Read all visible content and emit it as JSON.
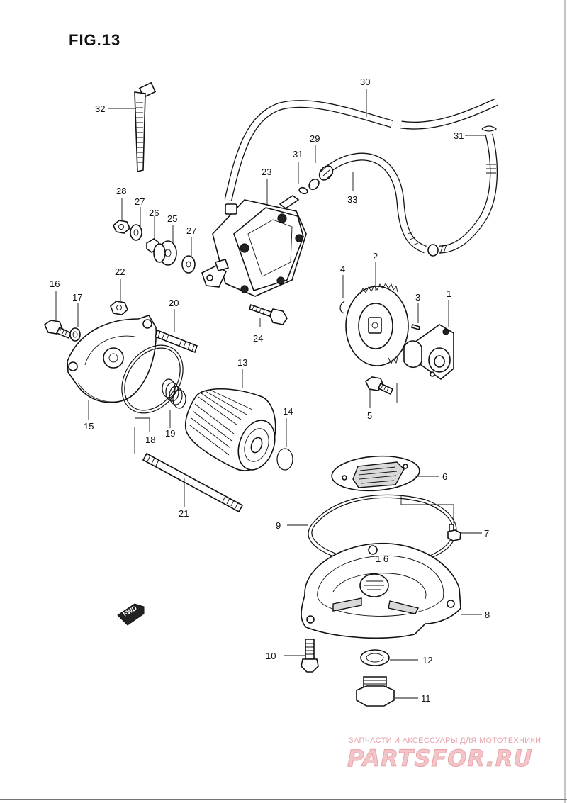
{
  "figure": {
    "title": "FIG.13"
  },
  "fwd_label": "FWD",
  "watermark": {
    "tagline": "ЗАПЧАСТИ И АКСЕССУАРЫ ДЛЯ МОТОТЕХНИКИ",
    "logo": "PARTSFOR.RU"
  },
  "callouts": [
    {
      "id": "c1",
      "text": "1"
    },
    {
      "id": "c2",
      "text": "2"
    },
    {
      "id": "c3",
      "text": "3"
    },
    {
      "id": "c4",
      "text": "4"
    },
    {
      "id": "c5",
      "text": "5"
    },
    {
      "id": "c6",
      "text": "6"
    },
    {
      "id": "c7",
      "text": "7"
    },
    {
      "id": "c8",
      "text": "8"
    },
    {
      "id": "c9",
      "text": "9"
    },
    {
      "id": "c10",
      "text": "10"
    },
    {
      "id": "c11",
      "text": "11"
    },
    {
      "id": "c12",
      "text": "12"
    },
    {
      "id": "c13",
      "text": "13"
    },
    {
      "id": "c14",
      "text": "14"
    },
    {
      "id": "c15",
      "text": "15"
    },
    {
      "id": "c16",
      "text": "16"
    },
    {
      "id": "c17",
      "text": "17"
    },
    {
      "id": "c18",
      "text": "18"
    },
    {
      "id": "c19",
      "text": "19"
    },
    {
      "id": "c20",
      "text": "20"
    },
    {
      "id": "c21",
      "text": "21"
    },
    {
      "id": "c22",
      "text": "22"
    },
    {
      "id": "c23",
      "text": "23"
    },
    {
      "id": "c24",
      "text": "24"
    },
    {
      "id": "c25",
      "text": "25"
    },
    {
      "id": "c26",
      "text": "26"
    },
    {
      "id": "c27a",
      "text": "27"
    },
    {
      "id": "c27b",
      "text": "27"
    },
    {
      "id": "c28",
      "text": "28"
    },
    {
      "id": "c29",
      "text": "29"
    },
    {
      "id": "c30",
      "text": "30"
    },
    {
      "id": "c31a",
      "text": "31"
    },
    {
      "id": "c31b",
      "text": "31"
    },
    {
      "id": "c32",
      "text": "32"
    },
    {
      "id": "c33",
      "text": "33"
    }
  ]
}
